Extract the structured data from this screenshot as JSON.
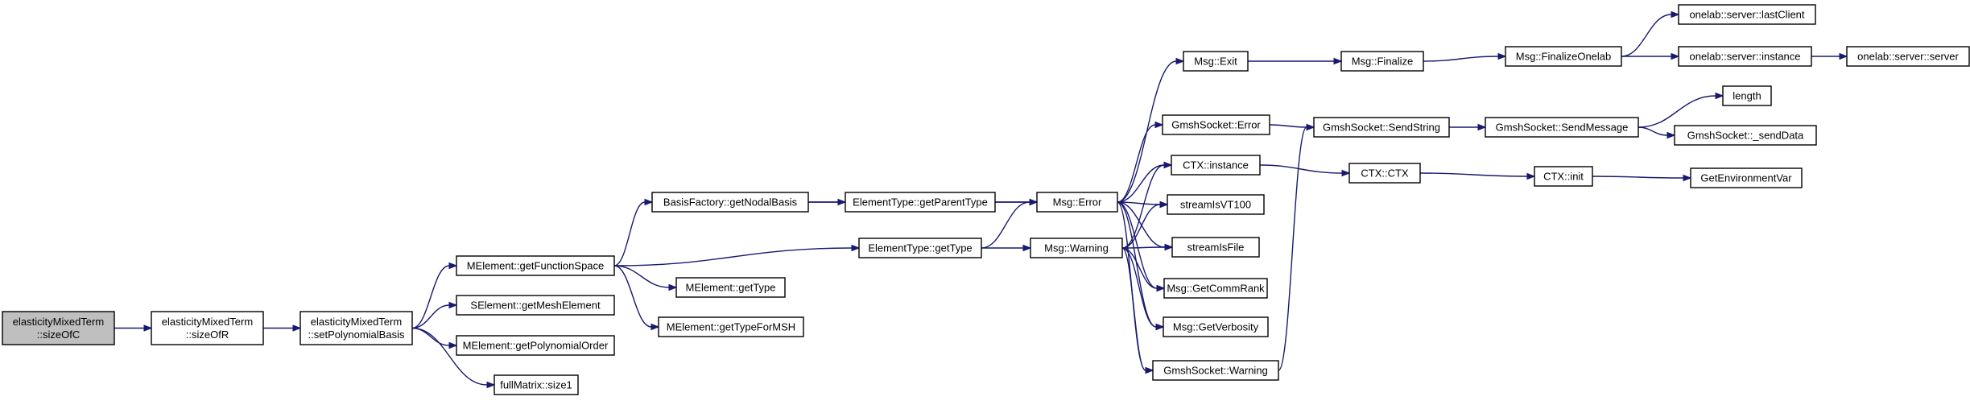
{
  "graph": {
    "edge_color": "#191970",
    "root_fill": "#bfbfbf",
    "nodes": [
      {
        "id": "n1",
        "lines": [
          "elasticityMixedTerm",
          "::sizeOfC"
        ],
        "root": true
      },
      {
        "id": "n2",
        "lines": [
          "elasticityMixedTerm",
          "::sizeOfR"
        ]
      },
      {
        "id": "n3",
        "lines": [
          "elasticityMixedTerm",
          "::setPolynomialBasis"
        ]
      },
      {
        "id": "n4",
        "lines": [
          "MElement::getFunctionSpace"
        ]
      },
      {
        "id": "n5",
        "lines": [
          "SElement::getMeshElement"
        ]
      },
      {
        "id": "n6",
        "lines": [
          "MElement::getPolynomialOrder"
        ]
      },
      {
        "id": "n7",
        "lines": [
          "fullMatrix::size1"
        ]
      },
      {
        "id": "n8",
        "lines": [
          "BasisFactory::getNodalBasis"
        ]
      },
      {
        "id": "n9",
        "lines": [
          "ElementType::getType"
        ]
      },
      {
        "id": "n10",
        "lines": [
          "MElement::getType"
        ]
      },
      {
        "id": "n11",
        "lines": [
          "MElement::getTypeForMSH"
        ]
      },
      {
        "id": "n12",
        "lines": [
          "ElementType::getParentType"
        ]
      },
      {
        "id": "n13",
        "lines": [
          "Msg::Error"
        ]
      },
      {
        "id": "n14",
        "lines": [
          "Msg::Warning"
        ]
      },
      {
        "id": "n15",
        "lines": [
          "Msg::Exit"
        ]
      },
      {
        "id": "n16",
        "lines": [
          "GmshSocket::Error"
        ]
      },
      {
        "id": "n17",
        "lines": [
          "CTX::instance"
        ]
      },
      {
        "id": "n18",
        "lines": [
          "streamIsVT100"
        ]
      },
      {
        "id": "n19",
        "lines": [
          "streamIsFile"
        ]
      },
      {
        "id": "n20",
        "lines": [
          "Msg::GetCommRank"
        ]
      },
      {
        "id": "n21",
        "lines": [
          "Msg::GetVerbosity"
        ]
      },
      {
        "id": "n22",
        "lines": [
          "GmshSocket::Warning"
        ]
      },
      {
        "id": "n23",
        "lines": [
          "Msg::Finalize"
        ]
      },
      {
        "id": "n24",
        "lines": [
          "Msg::FinalizeOnelab"
        ]
      },
      {
        "id": "n25",
        "lines": [
          "onelab::server::lastClient"
        ]
      },
      {
        "id": "n26",
        "lines": [
          "onelab::server::instance"
        ]
      },
      {
        "id": "n27",
        "lines": [
          "onelab::server::server"
        ]
      },
      {
        "id": "n28",
        "lines": [
          "GmshSocket::SendString"
        ]
      },
      {
        "id": "n29",
        "lines": [
          "GmshSocket::SendMessage"
        ]
      },
      {
        "id": "n30",
        "lines": [
          "length"
        ]
      },
      {
        "id": "n31",
        "lines": [
          "GmshSocket::_sendData"
        ]
      },
      {
        "id": "n32",
        "lines": [
          "CTX::CTX"
        ]
      },
      {
        "id": "n33",
        "lines": [
          "CTX::init"
        ]
      },
      {
        "id": "n34",
        "lines": [
          "GetEnvironmentVar"
        ]
      }
    ],
    "edges": [
      [
        "n1",
        "n2"
      ],
      [
        "n2",
        "n3"
      ],
      [
        "n3",
        "n4"
      ],
      [
        "n3",
        "n5"
      ],
      [
        "n3",
        "n6"
      ],
      [
        "n3",
        "n7"
      ],
      [
        "n4",
        "n8"
      ],
      [
        "n4",
        "n9"
      ],
      [
        "n4",
        "n10"
      ],
      [
        "n4",
        "n11"
      ],
      [
        "n8",
        "n12"
      ],
      [
        "n8",
        "n13"
      ],
      [
        "n12",
        "n13"
      ],
      [
        "n9",
        "n13"
      ],
      [
        "n9",
        "n14"
      ],
      [
        "n13",
        "n15"
      ],
      [
        "n13",
        "n16"
      ],
      [
        "n13",
        "n17"
      ],
      [
        "n13",
        "n18"
      ],
      [
        "n13",
        "n19"
      ],
      [
        "n13",
        "n20"
      ],
      [
        "n13",
        "n21"
      ],
      [
        "n13",
        "n22"
      ],
      [
        "n14",
        "n17"
      ],
      [
        "n14",
        "n18"
      ],
      [
        "n14",
        "n19"
      ],
      [
        "n14",
        "n20"
      ],
      [
        "n14",
        "n21"
      ],
      [
        "n14",
        "n22"
      ],
      [
        "n15",
        "n23"
      ],
      [
        "n23",
        "n24"
      ],
      [
        "n24",
        "n25"
      ],
      [
        "n24",
        "n26"
      ],
      [
        "n26",
        "n27"
      ],
      [
        "n16",
        "n28"
      ],
      [
        "n22",
        "n28"
      ],
      [
        "n28",
        "n29"
      ],
      [
        "n29",
        "n30"
      ],
      [
        "n29",
        "n31"
      ],
      [
        "n17",
        "n32"
      ],
      [
        "n32",
        "n33"
      ],
      [
        "n33",
        "n34"
      ]
    ]
  }
}
